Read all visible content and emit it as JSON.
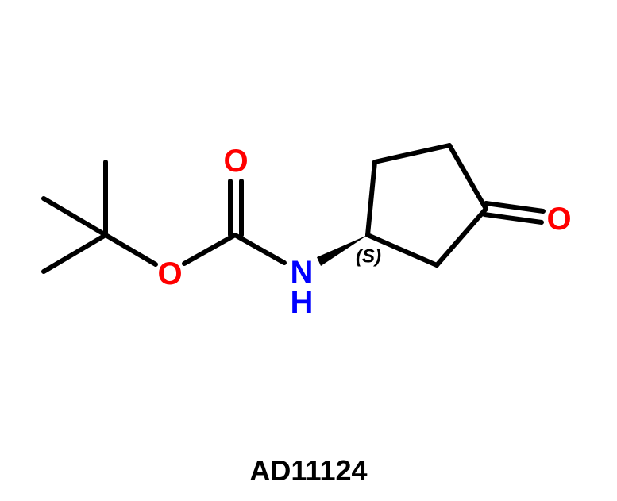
{
  "compound_id": "AD11124",
  "atoms": {
    "carbonyl_oxygen": "O",
    "ester_oxygen": "O",
    "nitrogen": "N",
    "nitrogen_hydrogen": "H",
    "ketone_oxygen": "O"
  },
  "stereo_label": "(S)",
  "colors": {
    "bond": "#000000",
    "oxygen": "#ff0000",
    "nitrogen": "#0000ff",
    "label": "#000000"
  }
}
